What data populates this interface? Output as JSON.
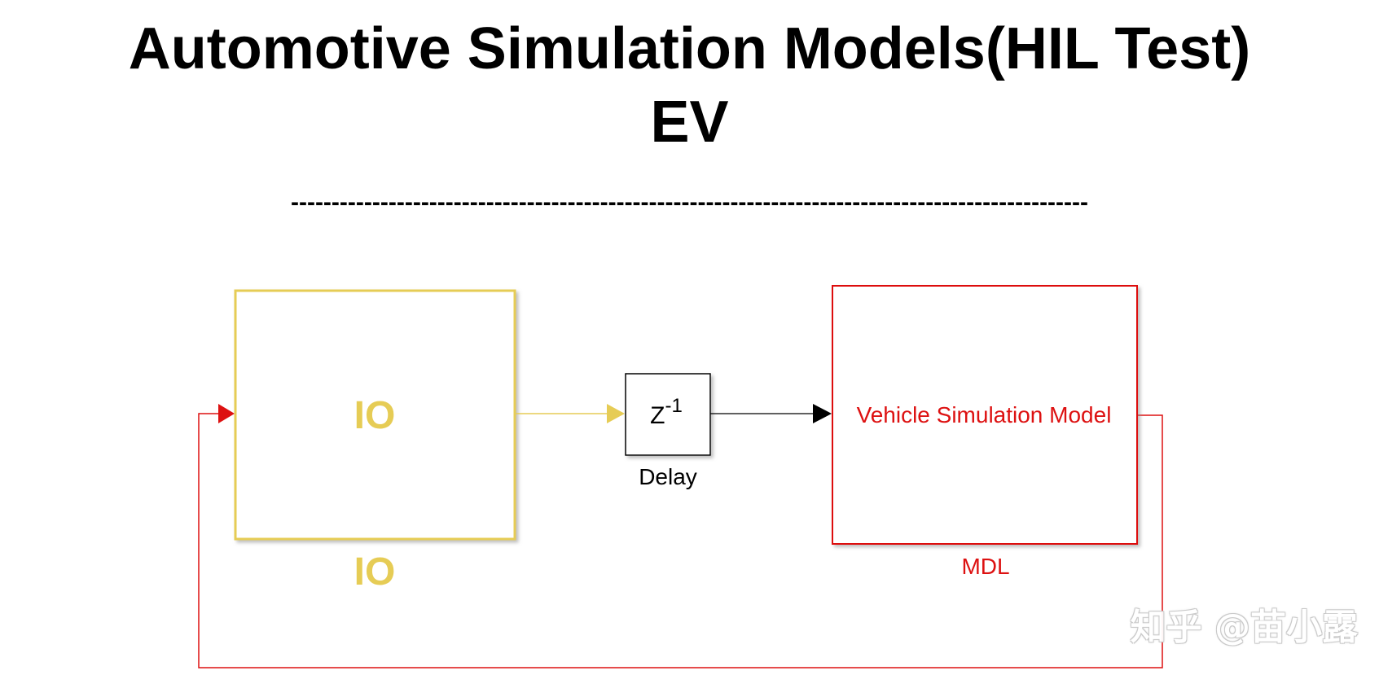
{
  "title": {
    "line1": "Automotive Simulation Models(HIL Test)",
    "line2": "EV"
  },
  "separator": "--------------------------------------------------------------------------------------------------",
  "blocks": {
    "io": {
      "inner_label": "IO",
      "name_label": "IO",
      "color": "#e6cc55"
    },
    "delay": {
      "symbol_base": "Z",
      "symbol_exponent": "-1",
      "name_label": "Delay",
      "color": "#000000"
    },
    "mdl": {
      "inner_label": "Vehicle Simulation Model",
      "name_label": "MDL",
      "color": "#dd1111"
    }
  },
  "connections": {
    "io_to_delay_color": "#e6cc55",
    "delay_to_mdl_color": "#000000",
    "feedback_color": "#dd1111"
  },
  "watermark": "知乎 @苗小露"
}
